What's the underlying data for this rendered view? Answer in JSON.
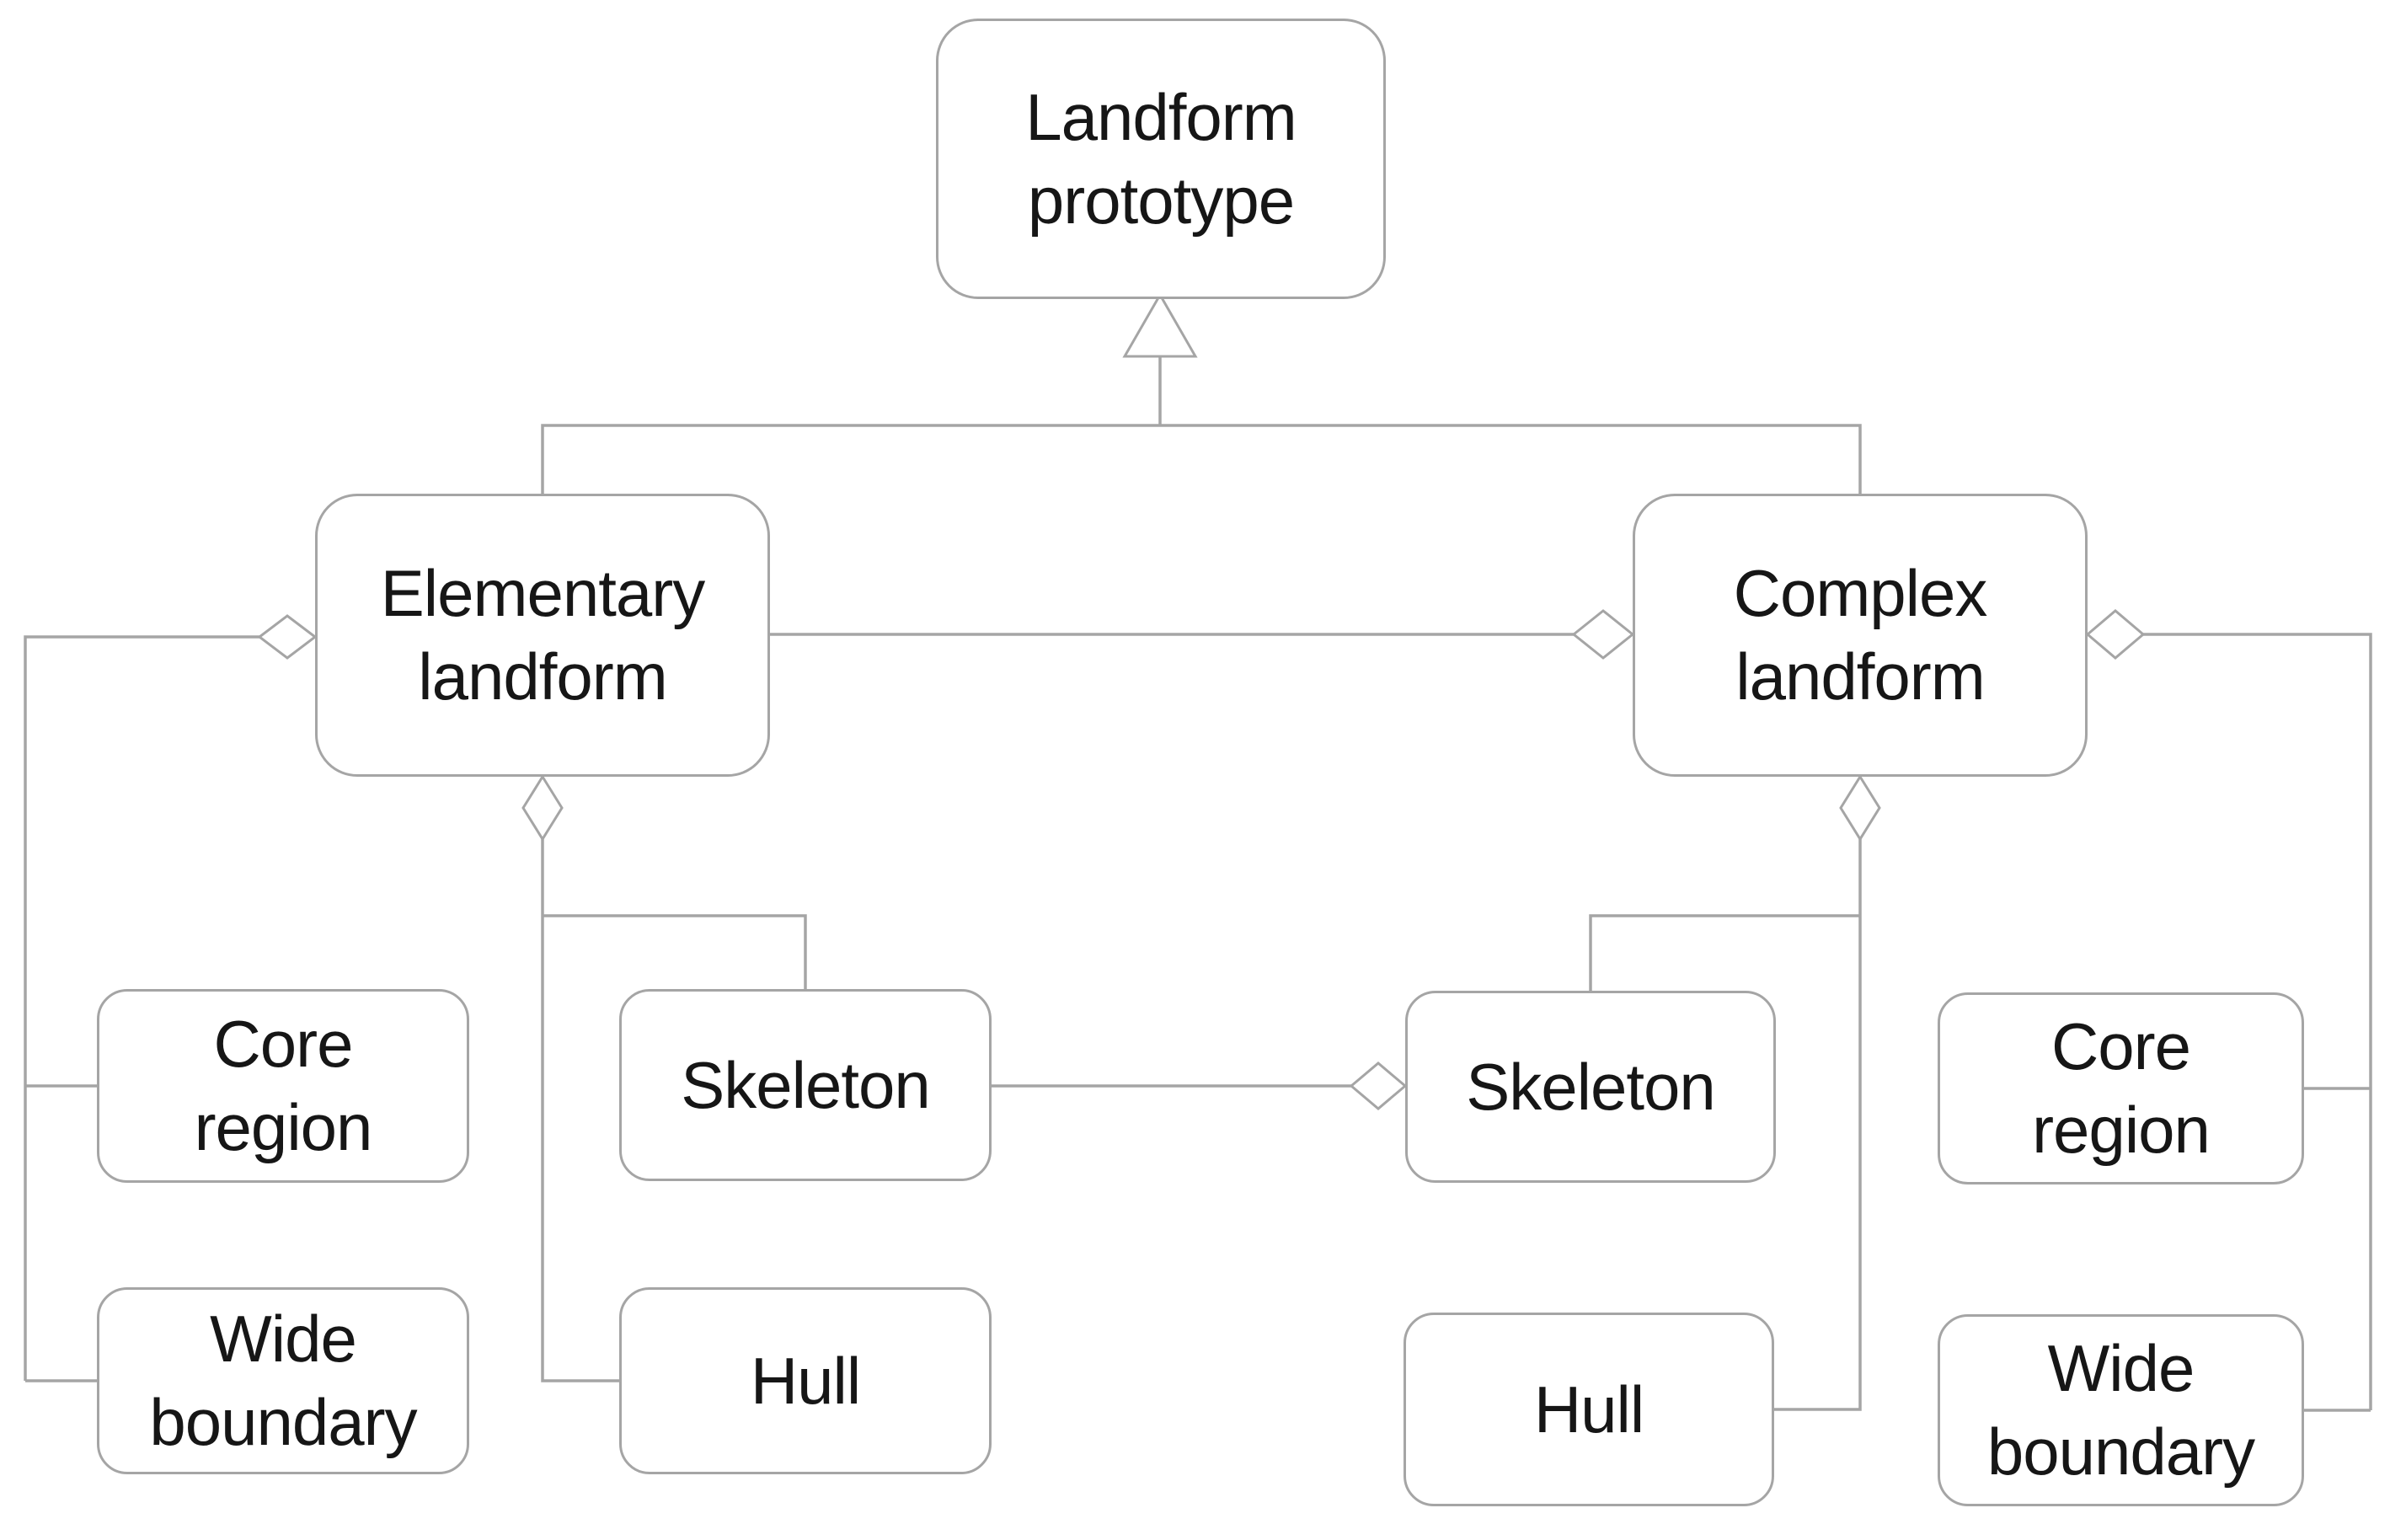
{
  "colors": {
    "line": "#a5a5a5",
    "text": "#161616",
    "background": "#ffffff"
  },
  "diagram": {
    "type": "uml-class-diagram",
    "nodes": {
      "landform_prototype": {
        "label": "Landform\nprototype"
      },
      "elementary_landform": {
        "label": "Elementary\nlandform"
      },
      "complex_landform": {
        "label": "Complex\nlandform"
      },
      "core_region_left": {
        "label": "Core\nregion"
      },
      "skeleton_left": {
        "label": "Skeleton"
      },
      "hull_left": {
        "label": "Hull"
      },
      "wide_boundary_left": {
        "label": "Wide\nboundary"
      },
      "skeleton_right": {
        "label": "Skeleton"
      },
      "hull_right": {
        "label": "Hull"
      },
      "core_region_right": {
        "label": "Core\nregion"
      },
      "wide_boundary_right": {
        "label": "Wide\nboundary"
      }
    },
    "edges": [
      {
        "type": "generalization",
        "source": "elementary_landform",
        "target": "landform_prototype"
      },
      {
        "type": "generalization",
        "source": "complex_landform",
        "target": "landform_prototype"
      },
      {
        "type": "aggregation",
        "source": "core_region_left",
        "target": "elementary_landform"
      },
      {
        "type": "aggregation",
        "source": "wide_boundary_left",
        "target": "elementary_landform"
      },
      {
        "type": "aggregation",
        "source": "skeleton_left",
        "target": "elementary_landform"
      },
      {
        "type": "aggregation",
        "source": "hull_left",
        "target": "elementary_landform"
      },
      {
        "type": "aggregation",
        "source": "elementary_landform",
        "target": "complex_landform"
      },
      {
        "type": "aggregation",
        "source": "skeleton_left",
        "target": "skeleton_right"
      },
      {
        "type": "aggregation",
        "source": "skeleton_right",
        "target": "complex_landform"
      },
      {
        "type": "aggregation",
        "source": "hull_right",
        "target": "complex_landform"
      },
      {
        "type": "aggregation",
        "source": "core_region_right",
        "target": "complex_landform"
      },
      {
        "type": "aggregation",
        "source": "wide_boundary_right",
        "target": "complex_landform"
      }
    ]
  }
}
